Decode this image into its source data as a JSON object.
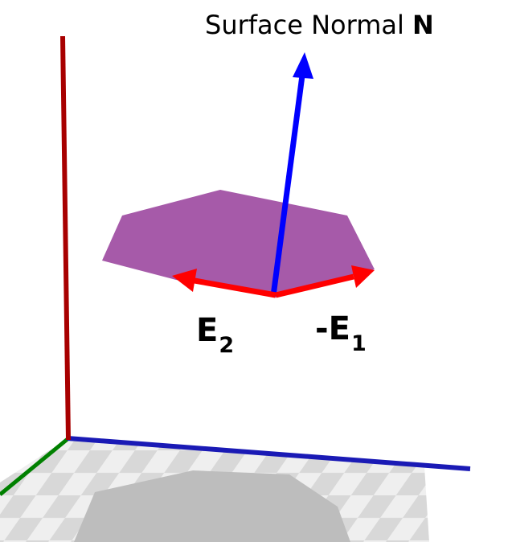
{
  "labels": {
    "normal_text": "Surface Normal ",
    "normal_symbol": "N",
    "e2_base": "E",
    "e2_sub": "2",
    "e1_base": "-E",
    "e1_sub": "1"
  },
  "colors": {
    "polygon": "#a65aa9",
    "normal_arrow": "#0000ff",
    "edge_arrows": "#ff0000",
    "axis_vertical": "#b00000",
    "axis_horizontal": "#1010c0",
    "axis_depth": "#008000",
    "floor_light": "#eeeeee",
    "floor_dark": "#d6d6d6",
    "shadow": "#bdbdbd"
  }
}
